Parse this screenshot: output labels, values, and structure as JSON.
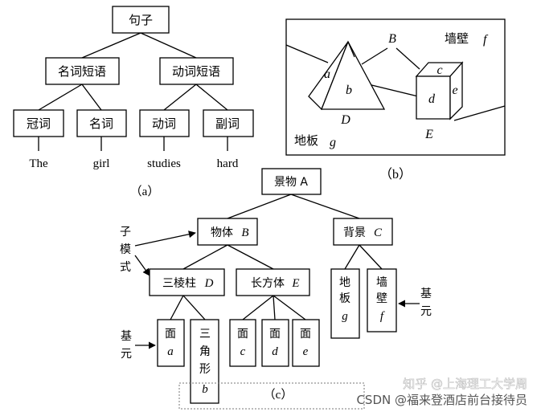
{
  "panel_a": {
    "root": "句子",
    "np": "名词短语",
    "vp": "动词短语",
    "pos": [
      "冠词",
      "名词",
      "动词",
      "副词"
    ],
    "words": [
      "The",
      "girl",
      "studies",
      "hard"
    ],
    "caption": "（a）"
  },
  "panel_b": {
    "wall": "墙壁",
    "wall_var": "f",
    "floor": "地板",
    "floor_var": "g",
    "prism_faces": [
      "a",
      "b"
    ],
    "prism_label": "D",
    "relation_label": "B",
    "cube_faces": [
      "c",
      "d",
      "e"
    ],
    "cube_label": "E",
    "caption": "（b）"
  },
  "panel_c": {
    "root": "景物 A",
    "object": "物体",
    "object_var": "B",
    "background": "背景",
    "background_var": "C",
    "prism": "三棱柱",
    "prism_var": "D",
    "cuboid": "长方体",
    "cuboid_var": "E",
    "face_text": "面",
    "faces_abcde": [
      "a",
      "c",
      "d",
      "e"
    ],
    "triangle_chars": [
      "三",
      "角",
      "形"
    ],
    "triangle_var": "b",
    "floor_chars": [
      "地",
      "板"
    ],
    "floor_var": "g",
    "wall_chars": [
      "墙",
      "壁"
    ],
    "wall_var": "f",
    "submode_chars": [
      "子",
      "模",
      "式"
    ],
    "primitive_left_chars": [
      "基",
      "元"
    ],
    "primitive_right_chars": [
      "基",
      "元"
    ],
    "caption": "（c）"
  },
  "watermark": {
    "line1": "知乎 @上海理工大学周",
    "line2": "CSDN @福来登酒店前台接待员"
  }
}
